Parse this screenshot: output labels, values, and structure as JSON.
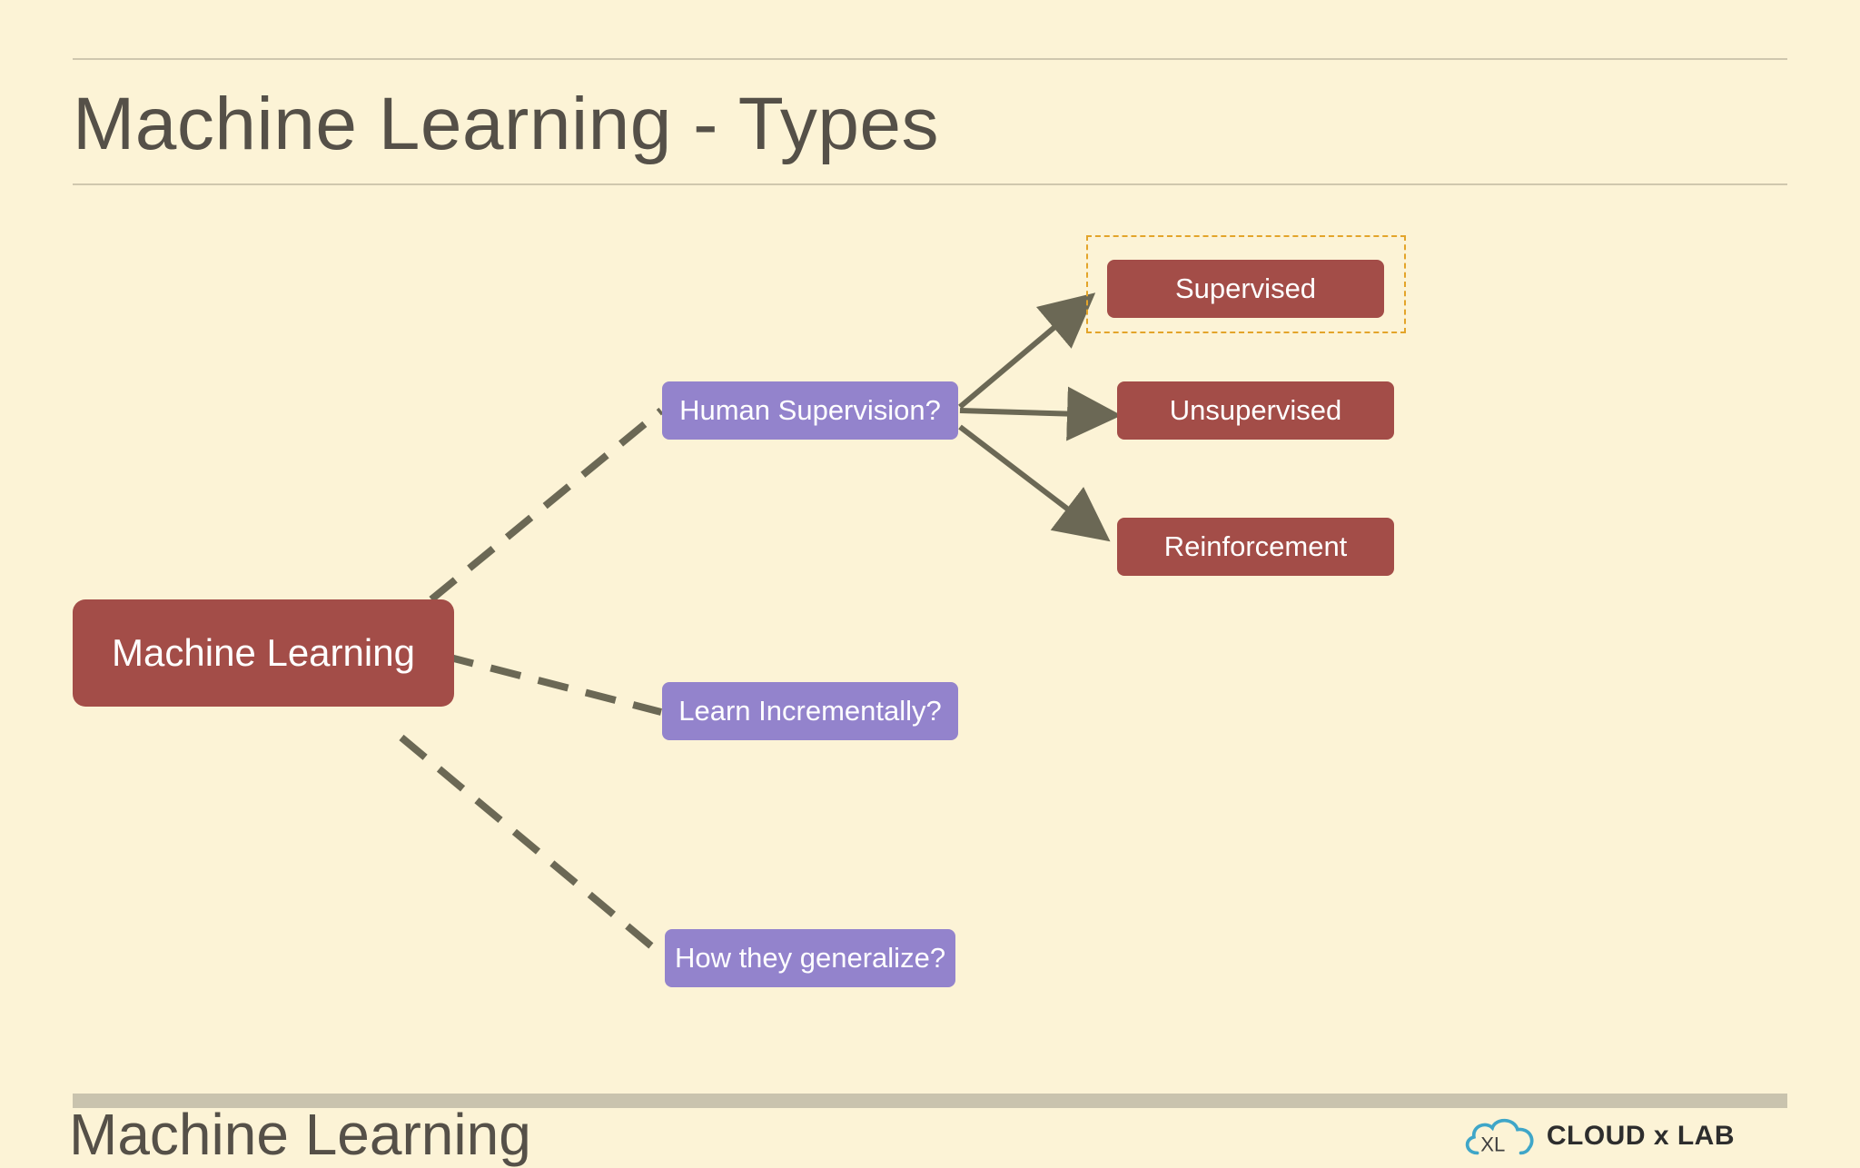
{
  "slide": {
    "title": "Machine Learning - Types",
    "footer_title": "Machine Learning"
  },
  "diagram": {
    "root": "Machine Learning",
    "questions": [
      "Human Supervision?",
      "Learn Incrementally?",
      "How they generalize?"
    ],
    "supervision_types": [
      "Supervised",
      "Unsupervised",
      "Reinforcement"
    ],
    "highlighted": "Supervised"
  },
  "colors": {
    "background": "#fcf3d6",
    "root_node": "#a34d48",
    "question_node": "#9383cc",
    "connector": "#6b6855",
    "highlight_border": "#e3a42a"
  },
  "branding": {
    "logo_text": "CLOUD x LAB",
    "logo_icon": "cloud-icon"
  }
}
